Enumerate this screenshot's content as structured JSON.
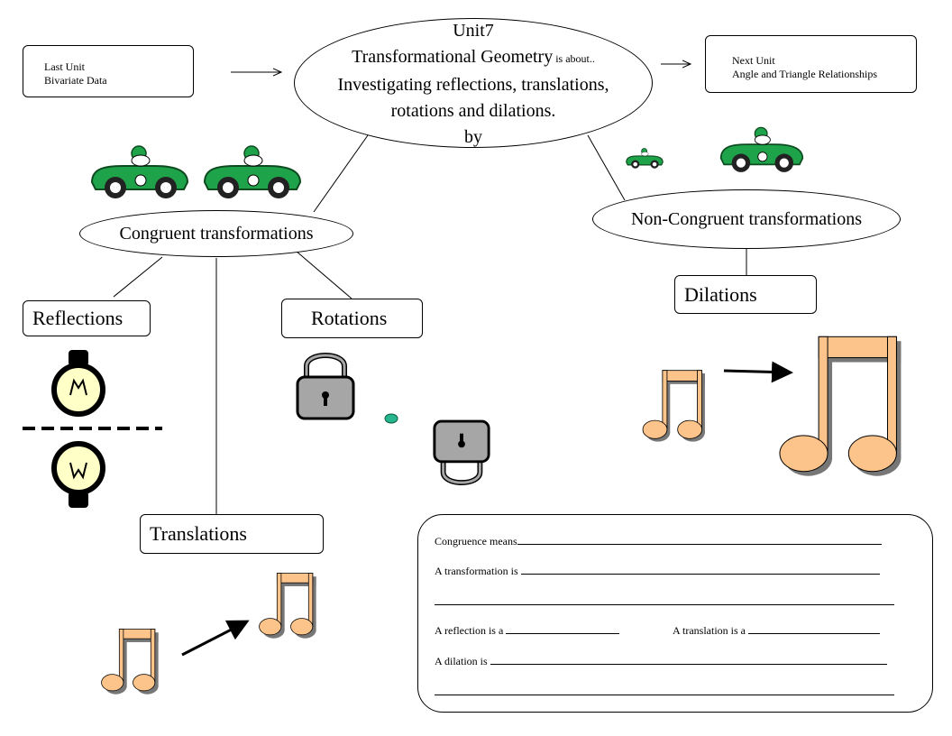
{
  "last_unit": {
    "title": "Last Unit",
    "name": "Bivariate Data"
  },
  "next_unit": {
    "title": "Next Unit",
    "name": "Angle and Triangle Relationships"
  },
  "center": {
    "line1": "Unit7",
    "line2_main": "Transformational Geometry",
    "line2_small": " is about..",
    "line3": "Investigating reflections, translations,",
    "line4": "rotations and dilations.",
    "line5": "by"
  },
  "congruent_label": "Congruent transformations",
  "noncongruent_label": "Non-Congruent transformations",
  "reflections_label": "Reflections",
  "rotations_label": "Rotations",
  "translations_label": "Translations",
  "dilations_label": "Dilations",
  "worksheet": {
    "congruence": "Congruence means",
    "transformation": "A transformation is ",
    "reflection": "A reflection is a ",
    "translation": "A translation is a ",
    "dilation": "A dilation is "
  },
  "colors": {
    "car_green": "#1fa34a",
    "note_orange": "#fcc48a",
    "bulb_yellow": "#ffffc8",
    "lock_gray": "#a6a6a6",
    "dot_teal": "#26b58c"
  }
}
